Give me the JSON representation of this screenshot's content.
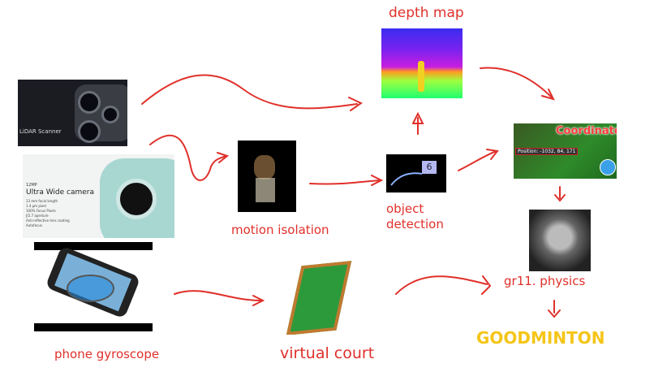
{
  "labels": {
    "depth_map": "depth map",
    "motion_isolation": "motion isolation",
    "object_detection_1": "object",
    "object_detection_2": "detection",
    "physics": "gr11. physics",
    "goodminton": "GOODMINTON",
    "phone_gyroscope": "phone gyroscope",
    "virtual_court": "virtual court"
  },
  "lidar_image": {
    "caption": "LiDAR Scanner"
  },
  "camera_image": {
    "megapixels": "12MP",
    "title": "Ultra Wide camera",
    "specs": [
      "13 mm focal length",
      "1.4 µm pixel",
      "100% Focus Pixels",
      "ƒ/2.7 aperture",
      "Anti-reflective lens coating",
      "Autofocus"
    ]
  },
  "detection_image": {
    "box_label": "6"
  },
  "coordinates_image": {
    "title": "Coordinates",
    "position": "Position: -1032, 84, 171"
  },
  "colors": {
    "arrow": "#e0302a",
    "goodminton": "#f5c518"
  }
}
